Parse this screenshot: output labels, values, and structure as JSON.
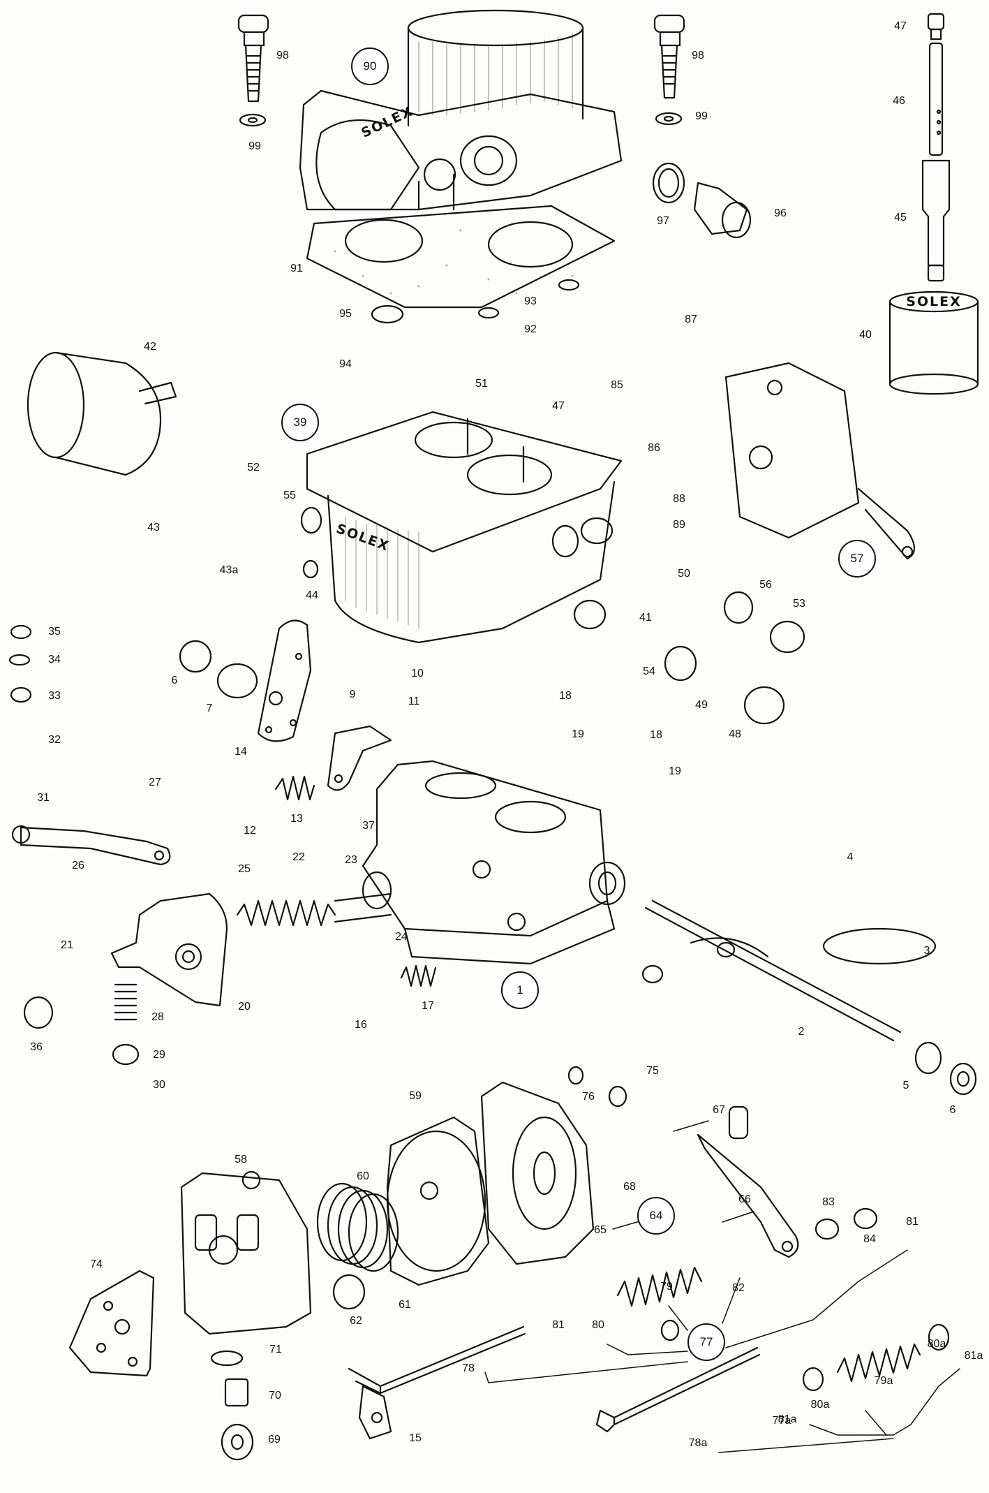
{
  "brand": "SOLEX",
  "callouts": [
    "98",
    "90",
    "98",
    "47",
    "46",
    "45",
    "40",
    "99",
    "99",
    "97",
    "96",
    "91",
    "95",
    "93",
    "92",
    "87",
    "94",
    "51",
    "47",
    "42",
    "85",
    "39",
    "86",
    "88",
    "89",
    "52",
    "55",
    "43",
    "43a",
    "44",
    "50",
    "56",
    "53",
    "41",
    "57",
    "35",
    "34",
    "33",
    "32",
    "6",
    "7",
    "10",
    "11",
    "9",
    "14",
    "54",
    "49",
    "48",
    "18",
    "19",
    "18",
    "19",
    "27",
    "31",
    "26",
    "12",
    "13",
    "37",
    "22",
    "23",
    "25",
    "24",
    "4",
    "3",
    "21",
    "20",
    "1",
    "16",
    "17",
    "2",
    "5",
    "6",
    "28",
    "29",
    "30",
    "36",
    "75",
    "76",
    "67",
    "59",
    "68",
    "58",
    "60",
    "64",
    "65",
    "66",
    "74",
    "61",
    "62",
    "82",
    "79",
    "84",
    "83",
    "81",
    "80",
    "77",
    "78",
    "81",
    "71",
    "70",
    "69",
    "15",
    "80a",
    "79a",
    "81a",
    "80a",
    "77a",
    "78a",
    "81a"
  ],
  "circled": [
    "90",
    "39",
    "57",
    "1",
    "64",
    "77",
    "77a"
  ]
}
